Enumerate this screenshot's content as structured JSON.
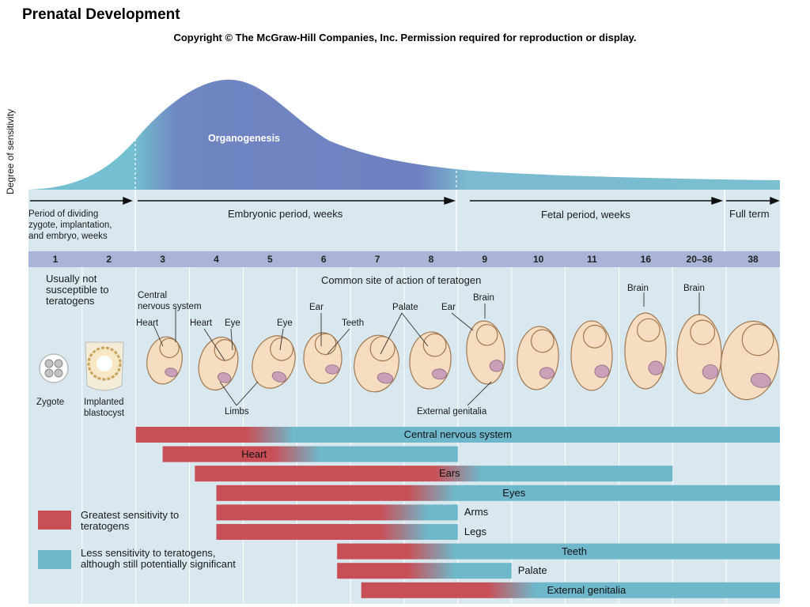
{
  "title": "Prenatal Development",
  "copyright": "Copyright © The McGraw-Hill Companies, Inc.   Permission required for reproduction or display.",
  "y_axis_label": "Degree of sensitivity",
  "curve_label": "Organogenesis",
  "periods": {
    "dividing": "Period of dividing\nzygote, implantation,\nand embryo, weeks",
    "embryonic": "Embryonic period, weeks",
    "fetal": "Fetal period, weeks",
    "full_term": "Full term"
  },
  "weeks": [
    "1",
    "2",
    "3",
    "4",
    "5",
    "6",
    "7",
    "8",
    "9",
    "10",
    "11",
    "16",
    "20–36",
    "38"
  ],
  "notes": {
    "not_susceptible": "Usually not\nsusceptible to\nteratogens",
    "common_site": "Common site of action of teratogen"
  },
  "labels": {
    "zygote": "Zygote",
    "implanted": "Implanted\nblastocyst",
    "cns": "Central\nnervous system",
    "heart1": "Heart",
    "heart2": "Heart",
    "eye1": "Eye",
    "eye2": "Eye",
    "ear1": "Ear",
    "teeth": "Teeth",
    "palate": "Palate",
    "ear2": "Ear",
    "brain1": "Brain",
    "brain2": "Brain",
    "brain3": "Brain",
    "limbs": "Limbs",
    "external_genitalia": "External genitalia"
  },
  "bars": [
    {
      "label": "Central nervous system",
      "red_start": 3,
      "red_end": 5.5,
      "end": 14
    },
    {
      "label": "Heart",
      "red_start": 3.5,
      "red_end": 6,
      "end": 9
    },
    {
      "label": "Ears",
      "red_start": 4.1,
      "red_end": 9,
      "end": 13
    },
    {
      "label": "Eyes",
      "red_start": 4.5,
      "red_end": 8.5,
      "end": 14
    },
    {
      "label": "Arms",
      "red_start": 4.5,
      "red_end": 8,
      "end": 9
    },
    {
      "label": "Legs",
      "red_start": 4.5,
      "red_end": 8,
      "end": 9
    },
    {
      "label": "Teeth",
      "red_start": 6.75,
      "red_end": 8.5,
      "end": 14
    },
    {
      "label": "Palate",
      "red_start": 6.75,
      "red_end": 8.5,
      "end": 10
    },
    {
      "label": "External genitalia",
      "red_start": 7.2,
      "red_end": 10,
      "end": 14
    }
  ],
  "legend": {
    "red": "Greatest sensitivity to\nteratogens",
    "blue": "Less sensitivity to teratogens,\nalthough still potentially significant"
  },
  "colors": {
    "red": "#c94f57",
    "blue": "#6fb8cb",
    "panel": "#d9e8ef",
    "curve": "#6f7fc0",
    "week_strip": "#a9b4d6",
    "embryo": "#f6dcc0"
  }
}
